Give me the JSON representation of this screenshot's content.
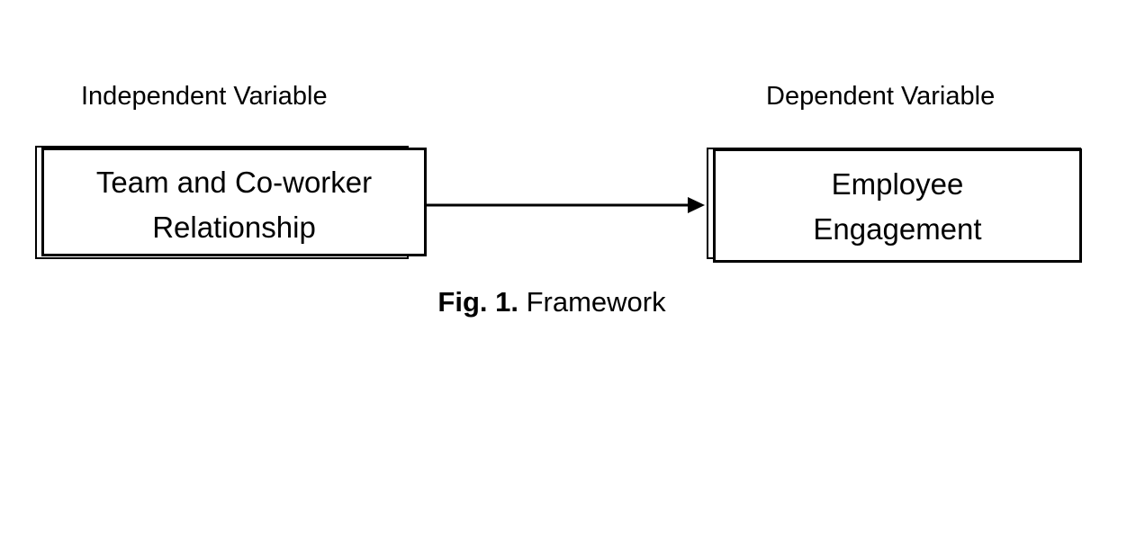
{
  "headings": {
    "independent": "Independent Variable",
    "dependent": "Dependent Variable"
  },
  "boxes": {
    "independent": {
      "line1": "Team and Co-worker",
      "line2": "Relationship"
    },
    "dependent": {
      "line1": "Employee",
      "line2": "Engagement"
    }
  },
  "caption": {
    "label": "Fig. 1.",
    "text": "Framework"
  },
  "colors": {
    "line": "#000000",
    "background": "#ffffff"
  }
}
